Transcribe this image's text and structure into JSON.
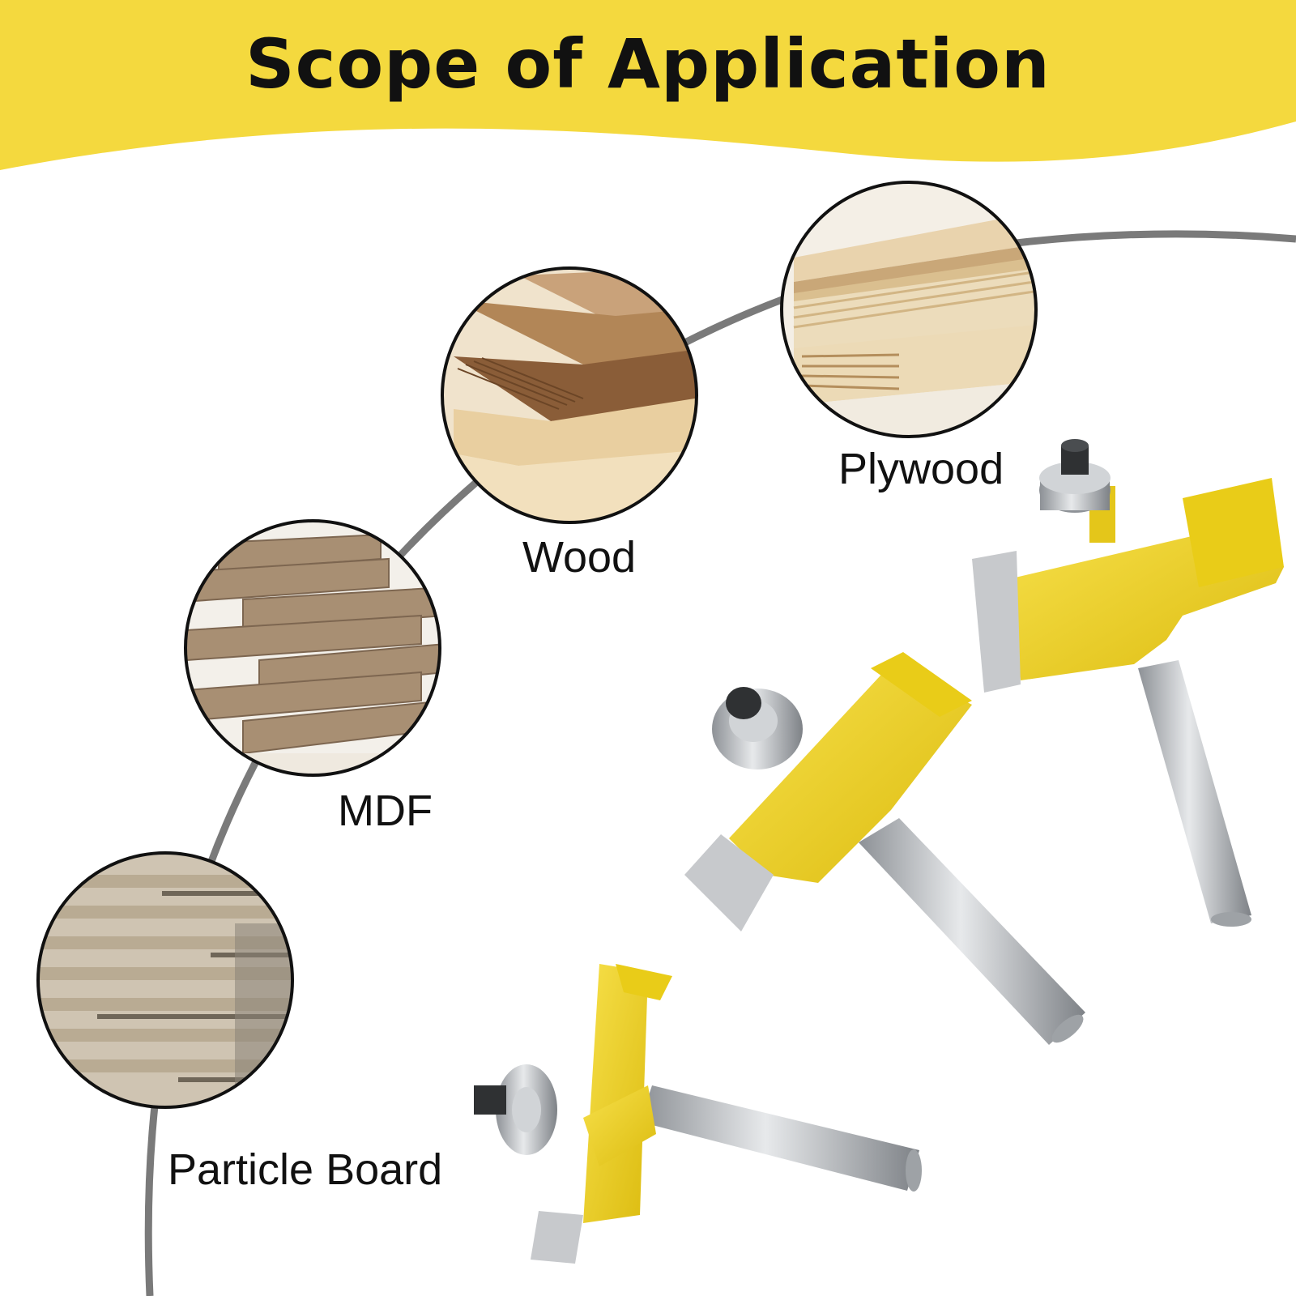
{
  "header": {
    "title": "Scope of Application"
  },
  "colors": {
    "banner": "#F4D93E",
    "arc": "#7a7a7a",
    "bit_yellow": "#F2D21A",
    "shank": "#B5B8BC"
  },
  "materials": [
    {
      "label": "Plywood"
    },
    {
      "label": "Wood"
    },
    {
      "label": "MDF"
    },
    {
      "label": "Particle Board"
    }
  ]
}
